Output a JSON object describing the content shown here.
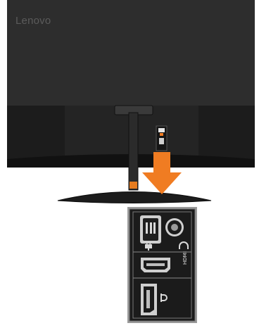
{
  "monitor": {
    "brand_text": "Lenovo"
  },
  "rear_panel": {
    "ports": [
      {
        "name": "power",
        "icon": "power-plug-icon"
      },
      {
        "name": "audio",
        "icon": "headphone-icon"
      },
      {
        "name": "hdmi",
        "icon": "hdmi-icon",
        "label": "HDMI"
      },
      {
        "name": "displayport",
        "icon": "displayport-icon"
      }
    ]
  },
  "instruction": {
    "arrow_direction": "down",
    "arrow_icon": "down-arrow-icon"
  },
  "colors": {
    "monitor_body": "#2a2a2a",
    "screen_glass": "#1a1a1a",
    "arrow": "#f07c22",
    "cable_ring": "#e77c1f",
    "panel_bg": "#1b1b1b",
    "panel_border": "#8f8f8f"
  }
}
